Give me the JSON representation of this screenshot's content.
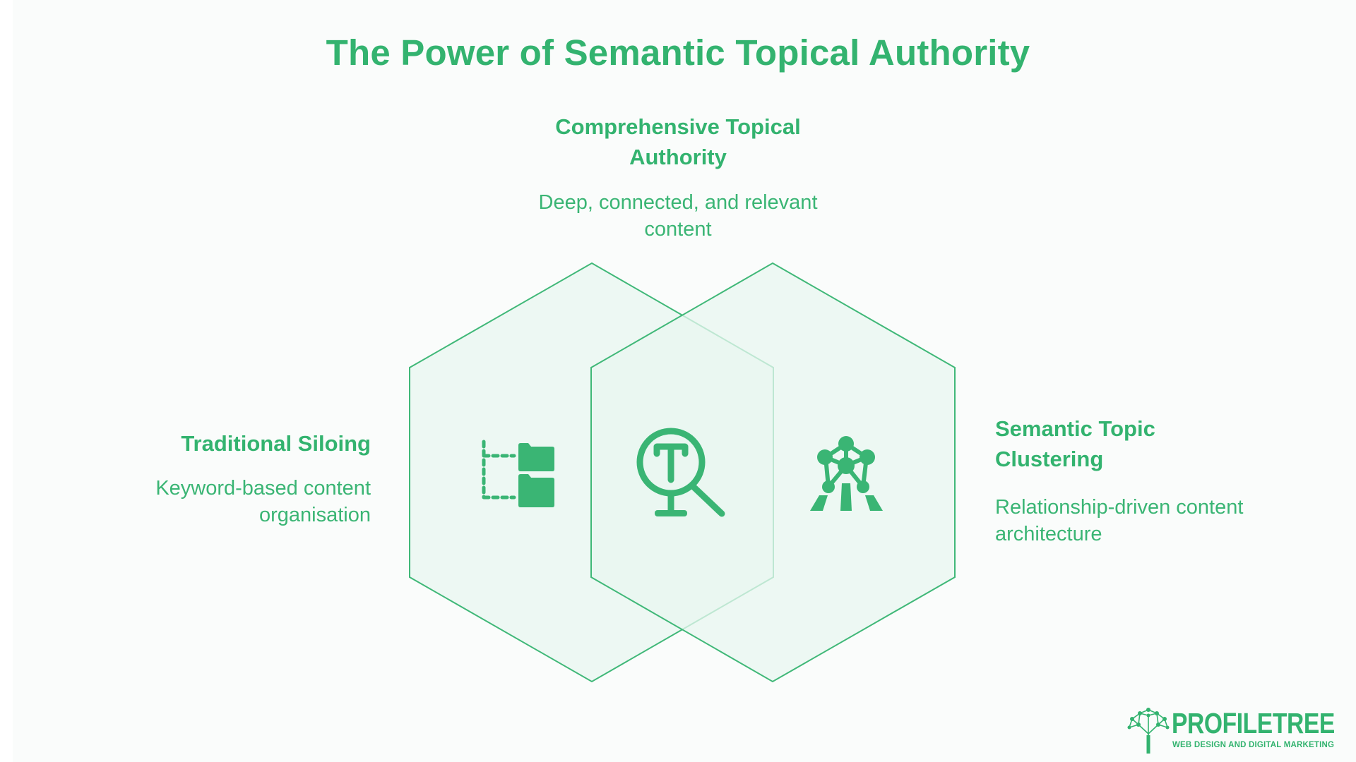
{
  "title": "The Power of Semantic Topical Authority",
  "top": {
    "heading_line1": "Comprehensive Topical",
    "heading_line2": "Authority",
    "desc_line1": "Deep, connected, and relevant",
    "desc_line2": "content",
    "icon": "topic-search-icon"
  },
  "left": {
    "heading": "Traditional Siloing",
    "desc_line1": "Keyword-based content",
    "desc_line2": "organisation",
    "icon": "folder-hierarchy-icon"
  },
  "right": {
    "heading_line1": "Semantic Topic",
    "heading_line2": "Clustering",
    "desc_line1": "Relationship-driven content",
    "desc_line2": "architecture",
    "icon": "network-cluster-icon"
  },
  "logo": {
    "brand": "PROFILETREE",
    "tagline": "WEB DESIGN AND DIGITAL MARKETING"
  },
  "colors": {
    "accent": "#33b36f",
    "hex_fill": "#e8f7f0",
    "background": "#fafcfb"
  }
}
